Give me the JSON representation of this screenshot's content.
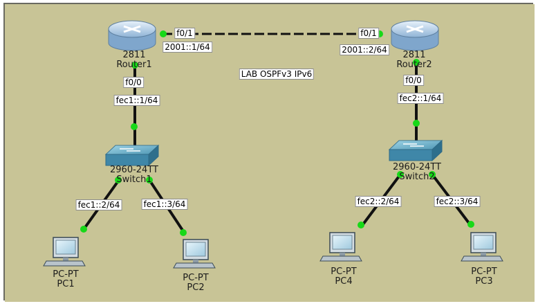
{
  "title": "LAB OSPFv3 IPv6",
  "colors": {
    "background": "#c8c496",
    "link": "#111111",
    "port": "#18d818",
    "border": "#6a6a60"
  },
  "devices": {
    "router1": {
      "model": "2811",
      "name": "Router1"
    },
    "router2": {
      "model": "2811",
      "name": "Router2"
    },
    "switch1": {
      "model": "2960-24TT",
      "name": "Switch1"
    },
    "switch2": {
      "model": "2960-24TT",
      "name": "Switch2"
    },
    "pc1": {
      "model": "PC-PT",
      "name": "PC1"
    },
    "pc2": {
      "model": "PC-PT",
      "name": "PC2"
    },
    "pc4": {
      "model": "PC-PT",
      "name": "PC4"
    },
    "pc3": {
      "model": "PC-PT",
      "name": "PC3"
    }
  },
  "labels": {
    "r1_f01": "f0/1",
    "r1_addr": "2001::1/64",
    "r2_f01": "f0/1",
    "r2_addr": "2001::2/64",
    "r1_f00": "f0/0",
    "r1_fec": "fec1::1/64",
    "r2_f00": "f0/0",
    "r2_fec": "fec2::1/64",
    "pc1_addr": "fec1::2/64",
    "pc2_addr": "fec1::3/64",
    "pc4_addr": "fec2::2/64",
    "pc3_addr": "fec2::3/64"
  }
}
